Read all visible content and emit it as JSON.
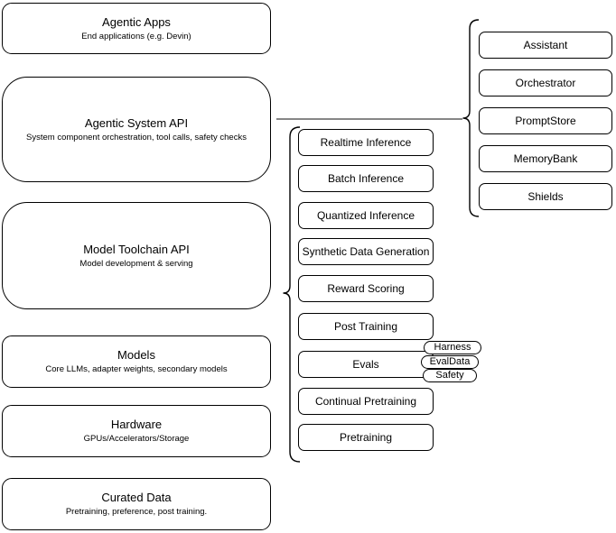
{
  "diagram": {
    "stack": [
      {
        "title": "Agentic Apps",
        "subtitle": "End applications (e.g. Devin)"
      },
      {
        "title": "Agentic System API",
        "subtitle": "System component orchestration, tool calls, safety checks"
      },
      {
        "title": "Model Toolchain API",
        "subtitle": "Model development & serving"
      },
      {
        "title": "Models",
        "subtitle": "Core LLMs, adapter weights, secondary models"
      },
      {
        "title": "Hardware",
        "subtitle": "GPUs/Accelerators/Storage"
      },
      {
        "title": "Curated Data",
        "subtitle": "Pretraining, preference, post training."
      }
    ],
    "toolchain_api_items": [
      "Realtime Inference",
      "Batch Inference",
      "Quantized Inference",
      "Synthetic Data Generation",
      "Reward Scoring",
      "Post Training",
      "Evals",
      "Continual Pretraining",
      "Pretraining"
    ],
    "evals_tags": [
      "Harness",
      "EvalData",
      "Safety"
    ],
    "system_api_components": [
      "Assistant",
      "Orchestrator",
      "PromptStore",
      "MemoryBank",
      "Shields"
    ],
    "colors": {
      "stroke": "#000000",
      "background": "#ffffff"
    }
  }
}
